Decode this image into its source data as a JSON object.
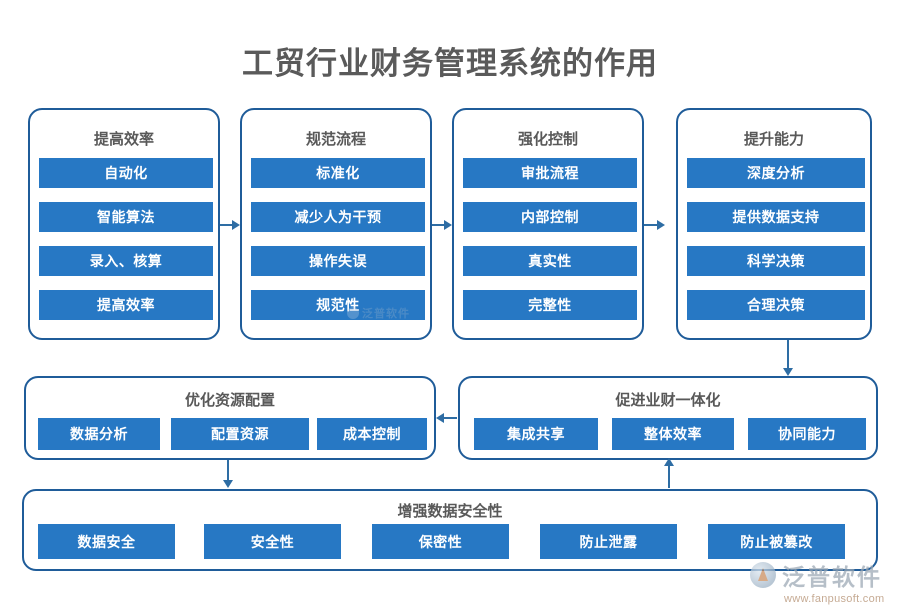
{
  "page": {
    "title": "工贸行业财务管理系统的作用",
    "background": "#ffffff",
    "accent_blue": "#2778c4",
    "border_blue": "#1f5c99",
    "title_color": "#5a5a5a"
  },
  "columns": [
    {
      "title": "提高效率",
      "items": [
        "自动化",
        "智能算法",
        "录入、核算",
        "提高效率"
      ]
    },
    {
      "title": "规范流程",
      "items": [
        "标准化",
        "减少人为干预",
        "操作失误",
        "规范性"
      ]
    },
    {
      "title": "强化控制",
      "items": [
        "审批流程",
        "内部控制",
        "真实性",
        "完整性"
      ]
    },
    {
      "title": "提升能力",
      "items": [
        "深度分析",
        "提供数据支持",
        "科学决策",
        "合理决策"
      ]
    }
  ],
  "row2": [
    {
      "title": "优化资源配置",
      "items": [
        "数据分析",
        "配置资源",
        "成本控制"
      ]
    },
    {
      "title": "促进业财一体化",
      "items": [
        "集成共享",
        "整体效率",
        "协同能力"
      ]
    }
  ],
  "bottom": {
    "title": "增强数据安全性",
    "items": [
      "数据安全",
      "安全性",
      "保密性",
      "防止泄露",
      "防止被篡改"
    ]
  },
  "connectors": [
    {
      "name": "arrow-col1-to-col2",
      "direction": "right"
    },
    {
      "name": "arrow-col2-to-col3",
      "direction": "right"
    },
    {
      "name": "arrow-col3-to-col4",
      "direction": "right"
    },
    {
      "name": "arrow-col4-to-integration",
      "direction": "down"
    },
    {
      "name": "arrow-integration-to-resources",
      "direction": "left"
    },
    {
      "name": "arrow-resources-to-security",
      "direction": "down"
    },
    {
      "name": "arrow-security-to-integration",
      "direction": "up"
    }
  ],
  "watermark": {
    "brand": "泛普软件",
    "url": "www.fanpusoft.com",
    "inline_brand": "泛普软件"
  }
}
